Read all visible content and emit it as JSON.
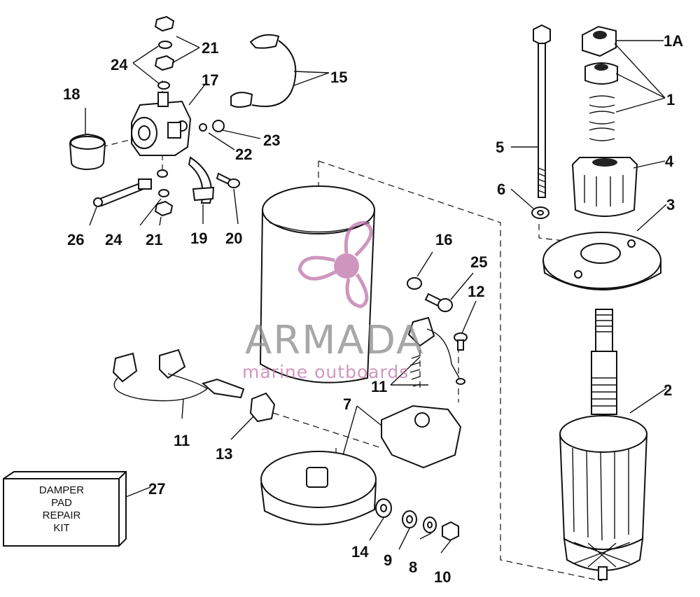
{
  "callouts": {
    "c1A": "1A",
    "c1": "1",
    "c2": "2",
    "c3": "3",
    "c4": "4",
    "c5": "5",
    "c6": "6",
    "c7": "7",
    "c8": "8",
    "c9": "9",
    "c10": "10",
    "c11a": "11",
    "c11b": "11",
    "c12": "12",
    "c13": "13",
    "c14": "14",
    "c15": "15",
    "c16": "16",
    "c17": "17",
    "c18": "18",
    "c19": "19",
    "c20": "20",
    "c21a": "21",
    "c21b": "21",
    "c22": "22",
    "c23": "23",
    "c24a": "24",
    "c24b": "24",
    "c25": "25",
    "c26": "26",
    "c27": "27"
  },
  "kit_box": {
    "line1": "DAMPER",
    "line2": "PAD",
    "line3": "REPAIR",
    "line4": "KIT"
  },
  "watermark": {
    "brand": "ARMADA",
    "tagline": "marine outboards",
    "color": "#c074a8"
  }
}
